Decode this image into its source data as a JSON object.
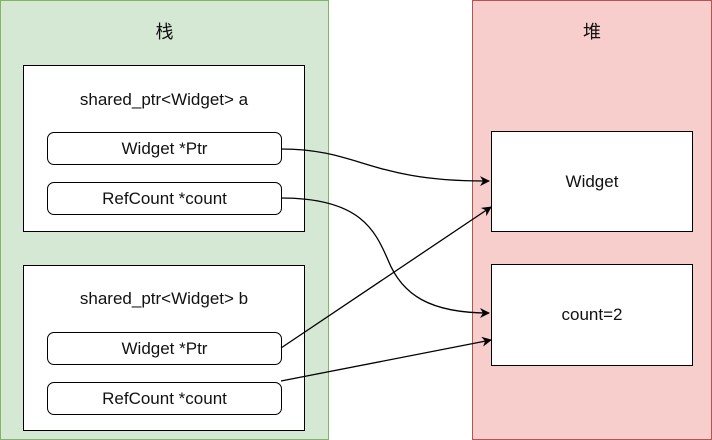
{
  "stack": {
    "title": "栈"
  },
  "heap": {
    "title": "堆"
  },
  "objects": [
    {
      "title": "shared_ptr<Widget> a",
      "fields": [
        "Widget *Ptr",
        "RefCount *count"
      ]
    },
    {
      "title": "shared_ptr<Widget> b",
      "fields": [
        "Widget *Ptr",
        "RefCount *count"
      ]
    }
  ],
  "heap_boxes": {
    "widget": "Widget",
    "count": "count=2"
  }
}
